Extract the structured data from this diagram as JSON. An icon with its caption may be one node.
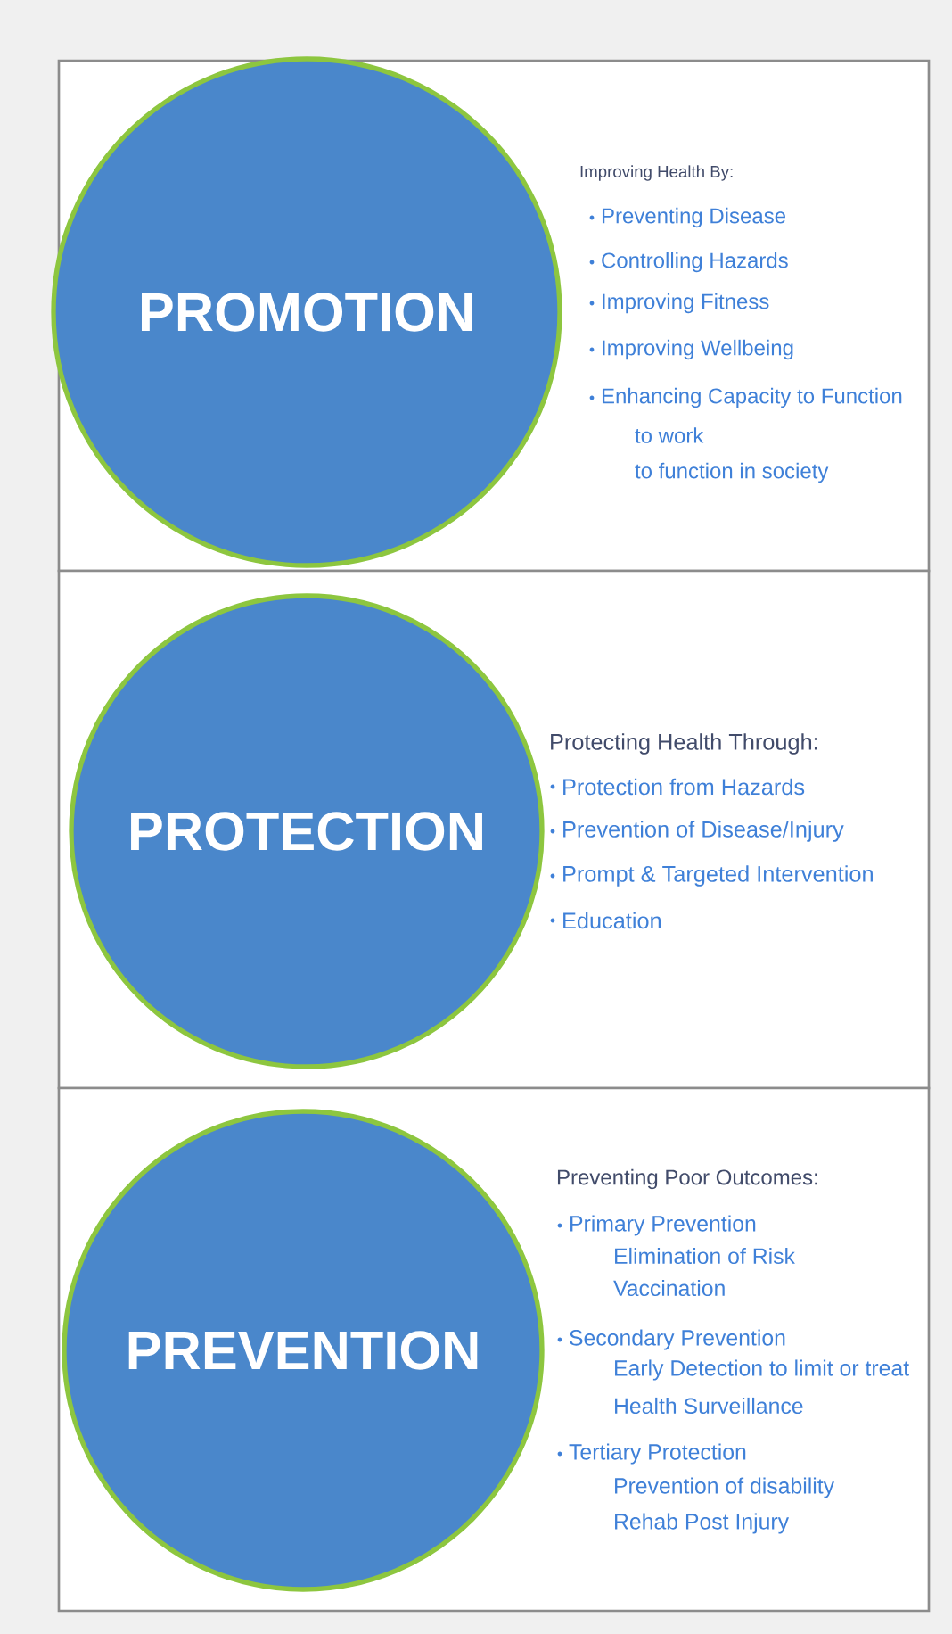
{
  "diagram": {
    "nodes": [
      {
        "text": [
          "Improving Health By:",
          "Preventing Disease",
          "Controlling Hazards",
          "Improving Fitness",
          "Improving Wellbeing",
          "Enhancing Capacity to Function",
          "to work",
          "to function in society"
        ]
      },
      {
        "text": [
          "PROMOTION"
        ],
        "in": 0
      },
      {
        "text": [
          "Protecting Health Through:",
          "Protection from Hazards",
          "Prevention of Disease/Injury",
          "Prompt & Targeted Intervention",
          "Education"
        ]
      },
      {
        "text": [
          "PROTECTION"
        ],
        "in": 2
      },
      {
        "text": [
          "Preventing Poor Outcomes:",
          "Primary Prevention",
          "Elimination of Risk",
          "Vaccination",
          "Secondary Prevention",
          "Early Detection to limit or treat",
          "Health Surveillance",
          "Tertiary Protection",
          "Prevention of disability",
          "Rehab Post Injury"
        ]
      },
      {
        "text": [
          "PREVENTION"
        ],
        "in": 4
      }
    ]
  }
}
